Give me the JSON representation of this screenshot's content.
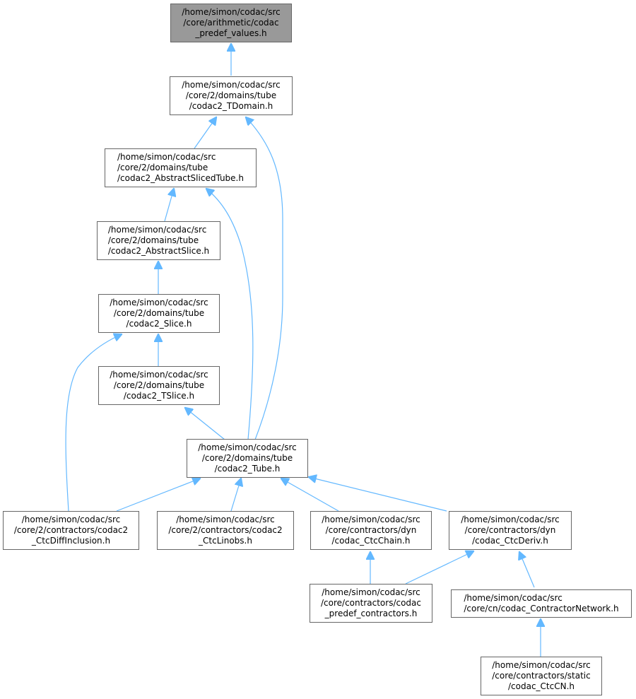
{
  "colors": {
    "edge": "#63b8ff",
    "root_fill": "#999999",
    "node_border": "#666666"
  },
  "nodes": {
    "predef_values": [
      "/home/simon/codac/src",
      "/core/arithmetic/codac",
      "_predef_values.h"
    ],
    "tdomain": [
      "/home/simon/codac/src",
      "/core/2/domains/tube",
      "/codac2_TDomain.h"
    ],
    "abstractslicedtube": [
      "/home/simon/codac/src",
      "/core/2/domains/tube",
      "/codac2_AbstractSlicedTube.h"
    ],
    "abstractslice": [
      "/home/simon/codac/src",
      "/core/2/domains/tube",
      "/codac2_AbstractSlice.h"
    ],
    "slice": [
      "/home/simon/codac/src",
      "/core/2/domains/tube",
      "/codac2_Slice.h"
    ],
    "tslice": [
      "/home/simon/codac/src",
      "/core/2/domains/tube",
      "/codac2_TSlice.h"
    ],
    "tube": [
      "/home/simon/codac/src",
      "/core/2/domains/tube",
      "/codac2_Tube.h"
    ],
    "ctcdiffinclusion": [
      "/home/simon/codac/src",
      "/core/2/contractors/codac2",
      "_CtcDiffInclusion.h"
    ],
    "ctclinobs": [
      "/home/simon/codac/src",
      "/core/2/contractors/codac2",
      "_CtcLinobs.h"
    ],
    "ctcchain": [
      "/home/simon/codac/src",
      "/core/contractors/dyn",
      "/codac_CtcChain.h"
    ],
    "ctcderiv": [
      "/home/simon/codac/src",
      "/core/contractors/dyn",
      "/codac_CtcDeriv.h"
    ],
    "predef_contractors": [
      "/home/simon/codac/src",
      "/core/contractors/codac",
      "_predef_contractors.h"
    ],
    "contractornetwork": [
      "/home/simon/codac/src",
      "/core/cn/codac_ContractorNetwork.h"
    ],
    "ctccn": [
      "/home/simon/codac/src",
      "/core/contractors/static",
      "/codac_CtcCN.h"
    ]
  }
}
